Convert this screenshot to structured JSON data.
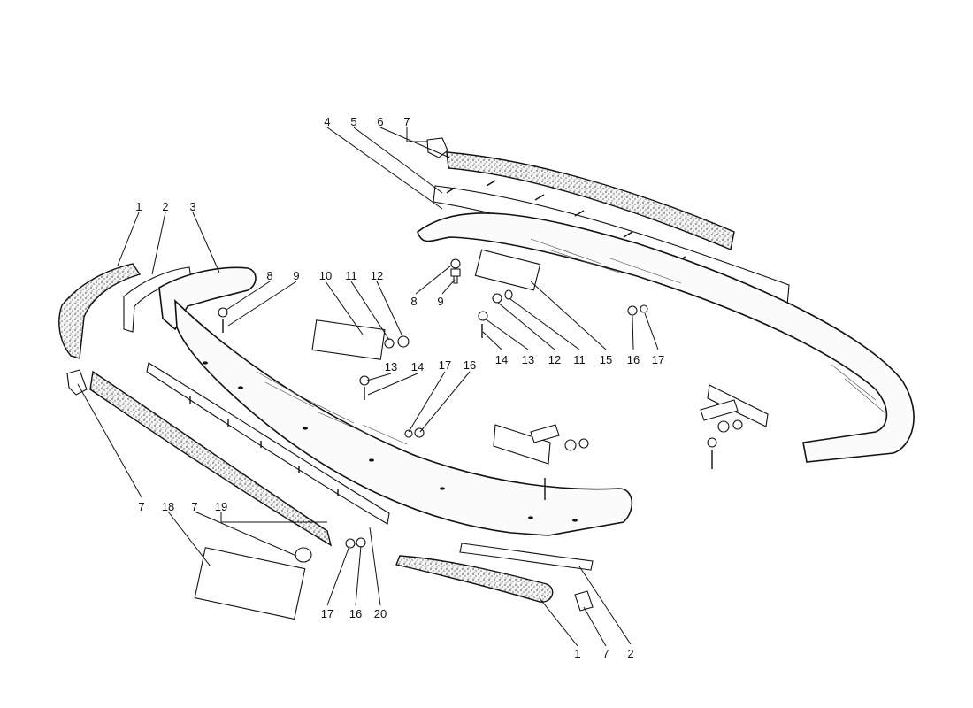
{
  "diagram": {
    "callouts": [
      "1",
      "2",
      "3",
      "8",
      "9",
      "10",
      "11",
      "12",
      "13",
      "14",
      "17",
      "16",
      "7",
      "18",
      "7",
      "19",
      "17",
      "16",
      "20",
      "1",
      "7",
      "2",
      "4",
      "5",
      "6",
      "7",
      "8",
      "9",
      "14",
      "13",
      "12",
      "11",
      "15",
      "16",
      "17"
    ]
  },
  "colors": {
    "ink": "#111111",
    "paper": "#ffffff"
  }
}
